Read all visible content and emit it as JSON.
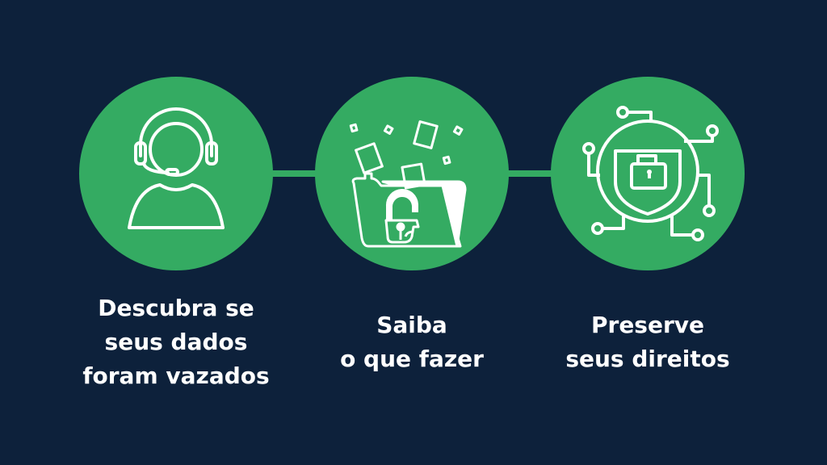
{
  "colors": {
    "background": "#0d213b",
    "accent": "#34ab62",
    "icon": "#ffffff"
  },
  "steps": [
    {
      "icon": "headset-support-icon",
      "lines": [
        "Descubra se",
        "seus dados",
        "foram vazados"
      ]
    },
    {
      "icon": "folder-unlocked-icon",
      "lines": [
        "Saiba",
        "o que fazer"
      ]
    },
    {
      "icon": "shield-lock-circuit-icon",
      "lines": [
        "Preserve",
        "seus direitos"
      ]
    }
  ]
}
